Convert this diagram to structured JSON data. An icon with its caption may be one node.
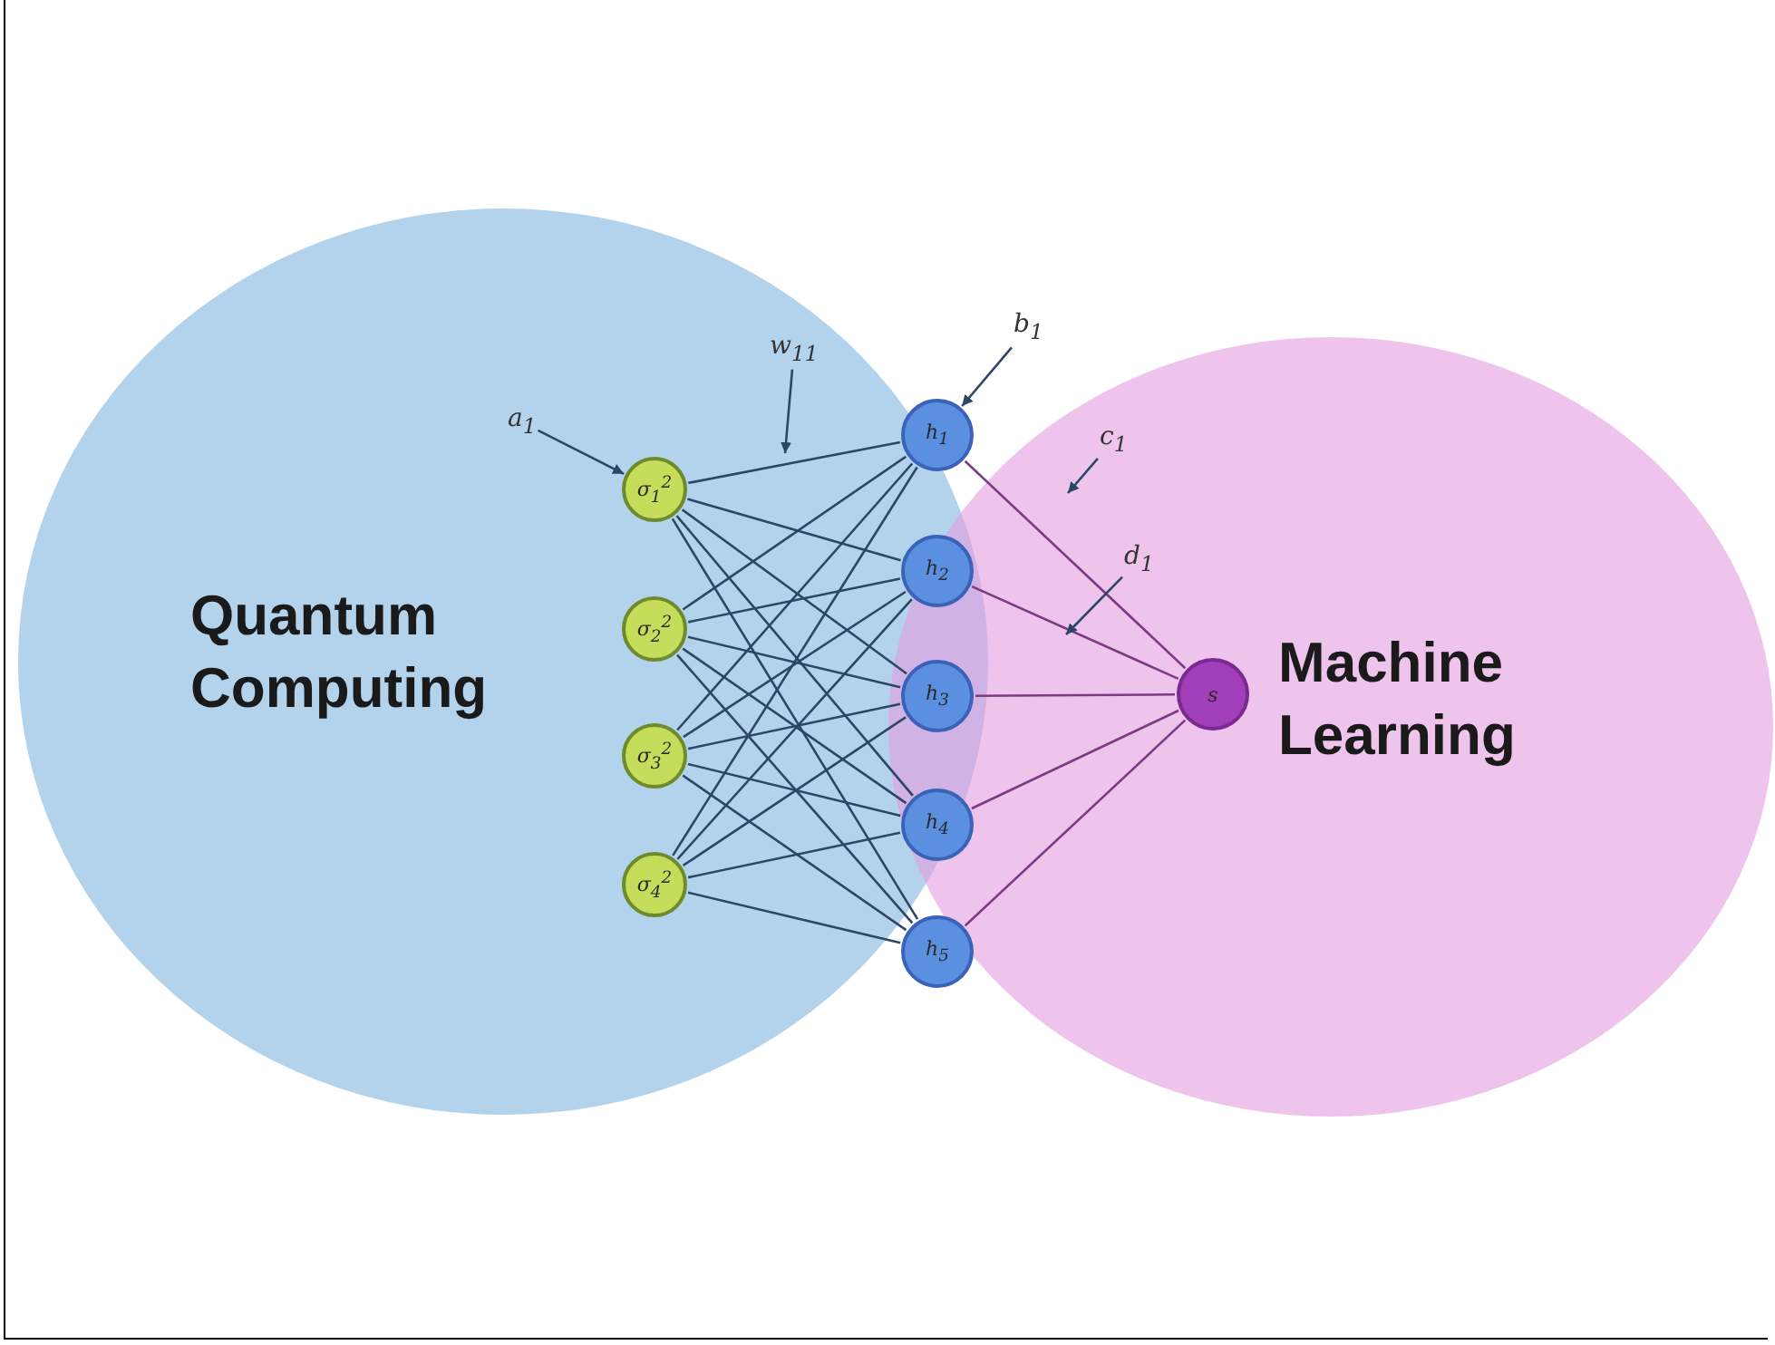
{
  "diagram": {
    "nodes": [
      {
        "text": [
          "Quantum Computing"
        ]
      },
      {
        "text": [
          "Machine Learning"
        ]
      },
      {
        "text": [
          "σ$_{1}$$^{2}$"
        ],
        "in": 0
      },
      {
        "text": [
          "σ$_{2}$$^{2}$"
        ],
        "in": 0
      },
      {
        "text": [
          "σ$_{3}$$^{2}$"
        ],
        "in": 0
      },
      {
        "text": [
          "σ$_{4}$$^{2}$"
        ],
        "in": 0
      },
      {
        "text": [
          "h$_{1}$"
        ]
      },
      {
        "text": [
          "h$_{2}$"
        ]
      },
      {
        "text": [
          "h$_{3}$"
        ]
      },
      {
        "text": [
          "h$_{4}$"
        ]
      },
      {
        "text": [
          "h$_{5}$"
        ]
      },
      {
        "text": [
          "s"
        ],
        "in": 1
      },
      {
        "text": [
          "a$_{1}$"
        ],
        "in": 0
      },
      {
        "text": [
          "w$_{11}$"
        ],
        "in": 0
      },
      {
        "text": [
          "b$_{1}$"
        ]
      },
      {
        "text": [
          "c$_{1}$"
        ],
        "in": 1
      },
      {
        "text": [
          "d$_{1}$"
        ],
        "in": 1
      }
    ],
    "edges": [
      {
        "from": 2,
        "to": 6,
        "arrow": "none"
      },
      {
        "from": 2,
        "to": 7,
        "arrow": "none"
      },
      {
        "from": 2,
        "to": 8,
        "arrow": "none"
      },
      {
        "from": 2,
        "to": 9,
        "arrow": "none"
      },
      {
        "from": 2,
        "to": 10,
        "arrow": "none"
      },
      {
        "from": 3,
        "to": 6,
        "arrow": "none"
      },
      {
        "from": 3,
        "to": 7,
        "arrow": "none"
      },
      {
        "from": 3,
        "to": 8,
        "arrow": "none"
      },
      {
        "from": 3,
        "to": 9,
        "arrow": "none"
      },
      {
        "from": 3,
        "to": 10,
        "arrow": "none"
      },
      {
        "from": 4,
        "to": 6,
        "arrow": "none"
      },
      {
        "from": 4,
        "to": 7,
        "arrow": "none"
      },
      {
        "from": 4,
        "to": 8,
        "arrow": "none"
      },
      {
        "from": 4,
        "to": 9,
        "arrow": "none"
      },
      {
        "from": 4,
        "to": 10,
        "arrow": "none"
      },
      {
        "from": 5,
        "to": 6,
        "arrow": "none"
      },
      {
        "from": 5,
        "to": 7,
        "arrow": "none"
      },
      {
        "from": 5,
        "to": 8,
        "arrow": "none"
      },
      {
        "from": 5,
        "to": 9,
        "arrow": "none"
      },
      {
        "from": 5,
        "to": 10,
        "arrow": "none"
      },
      {
        "from": 6,
        "to": 11,
        "arrow": "none",
        "color": "#7c3a82"
      },
      {
        "from": 7,
        "to": 11,
        "arrow": "none",
        "color": "#7c3a82"
      },
      {
        "from": 8,
        "to": 11,
        "arrow": "none",
        "color": "#7c3a82"
      },
      {
        "from": 9,
        "to": 11,
        "arrow": "none",
        "color": "#7c3a82"
      },
      {
        "from": 10,
        "to": 11,
        "arrow": "none",
        "color": "#7c3a82"
      },
      {
        "from": 12,
        "to": 2,
        "arrow": "to"
      },
      {
        "from": 13,
        "to": null,
        "arrow": "to"
      },
      {
        "from": 14,
        "to": 6,
        "arrow": "to"
      },
      {
        "from": 15,
        "to": null,
        "arrow": "to"
      },
      {
        "from": 16,
        "to": null,
        "arrow": "to"
      }
    ]
  }
}
